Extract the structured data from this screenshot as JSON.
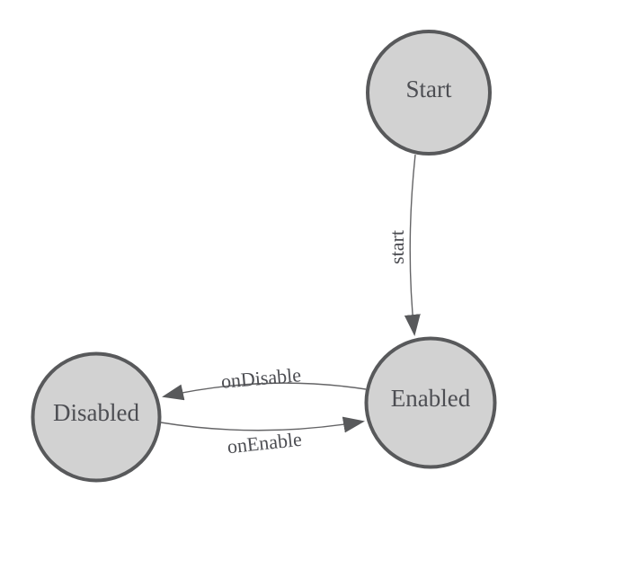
{
  "diagram": {
    "type": "state-machine",
    "colors": {
      "background": "#ffffff",
      "node_fill": "#d2d2d2",
      "node_stroke": "#58595b",
      "edge_line": "#646466",
      "arrow_fill": "#58595b",
      "text": "#4d4e53"
    },
    "nodes": [
      {
        "id": "start",
        "label": "Start"
      },
      {
        "id": "enabled",
        "label": "Enabled"
      },
      {
        "id": "disabled",
        "label": "Disabled"
      }
    ],
    "edges": [
      {
        "id": "start_to_enabled",
        "label": "start",
        "from": "Start",
        "to": "Enabled"
      },
      {
        "id": "enabled_to_disabled",
        "label": "onDisable",
        "from": "Enabled",
        "to": "Disabled"
      },
      {
        "id": "disabled_to_enabled",
        "label": "onEnable",
        "from": "Disabled",
        "to": "Enabled"
      }
    ]
  }
}
